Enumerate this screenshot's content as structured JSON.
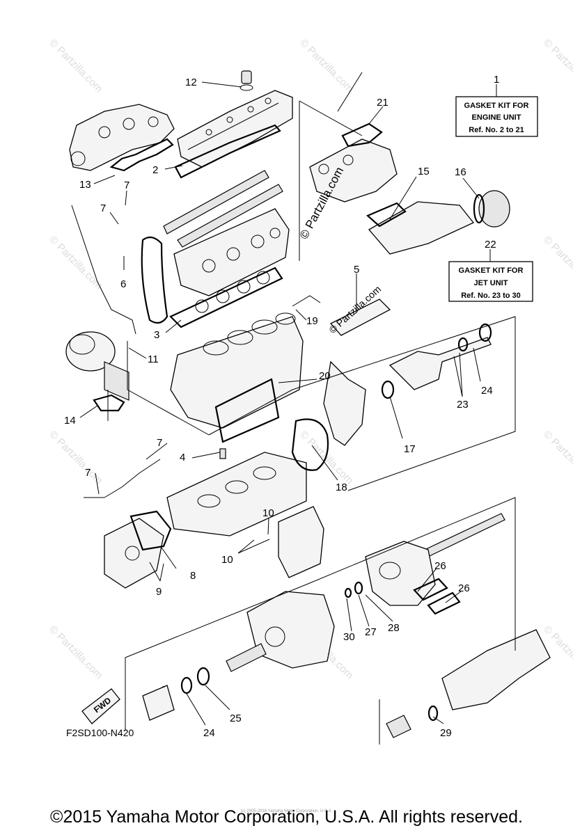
{
  "diagram_code": "F2SD100-N420",
  "copyright": "©2015 Yamaha Motor Corporation, U.S.A. All rights reserved.",
  "small_copyright": "(c) 2005-2016 Yamaha Motor Corporation, U.S.A.",
  "watermark": "© Partzilla.com",
  "fwd_label": "FWD",
  "kit_engine": {
    "callout": "1",
    "line1": "GASKET KIT FOR",
    "line2": "ENGINE UNIT",
    "line3": "Ref. No. 2 to 21"
  },
  "kit_jet": {
    "callout": "22",
    "line1": "GASKET KIT FOR",
    "line2": "JET UNIT",
    "line3": "Ref. No. 23 to 30"
  },
  "callouts": {
    "c2": "2",
    "c3": "3",
    "c4": "4",
    "c5": "5",
    "c6": "6",
    "c7a": "7",
    "c7b": "7",
    "c7c": "7",
    "c7d": "7",
    "c8": "8",
    "c9": "9",
    "c10a": "10",
    "c10b": "10",
    "c11": "11",
    "c12": "12",
    "c13": "13",
    "c14": "14",
    "c15": "15",
    "c16": "16",
    "c17": "17",
    "c18": "18",
    "c19": "19",
    "c20": "20",
    "c21": "21",
    "c23": "23",
    "c24a": "24",
    "c24b": "24",
    "c25": "25",
    "c26a": "26",
    "c26b": "26",
    "c27": "27",
    "c28": "28",
    "c29": "29",
    "c30": "30"
  }
}
